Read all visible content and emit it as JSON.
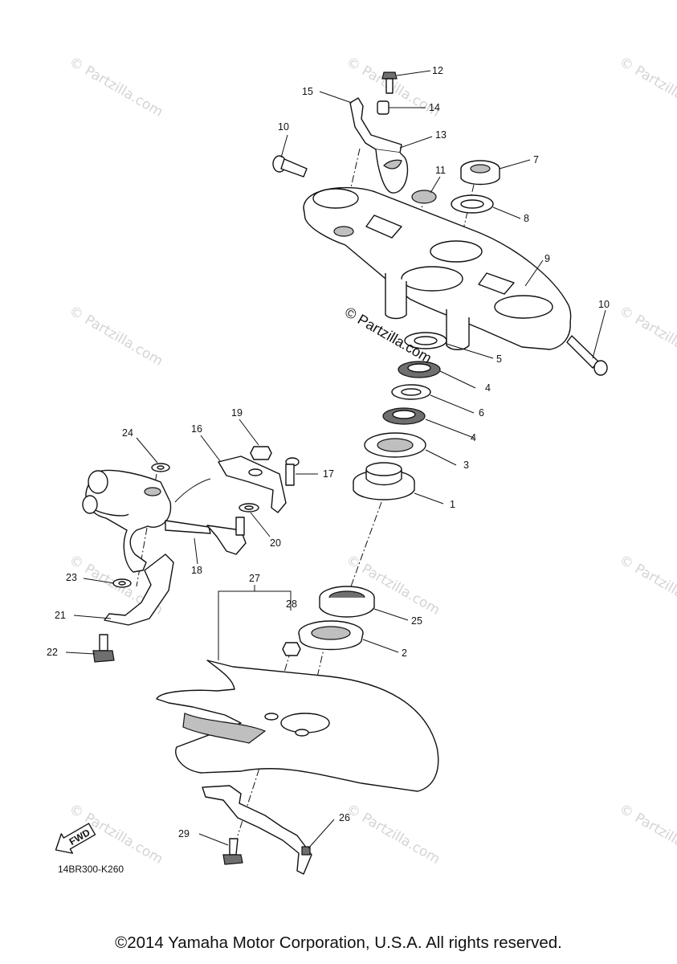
{
  "diagram": {
    "code": "14BR300-K260",
    "fwd_label": "FWD",
    "center_watermark": "© Partzilla.com",
    "tile_watermark": "© Partzilla.com",
    "copyright": "©2014 Yamaha Motor Corporation, U.S.A. All rights reserved.",
    "callouts": {
      "c1": "1",
      "c2": "2",
      "c3": "3",
      "c4a": "4",
      "c4b": "4",
      "c5": "5",
      "c6": "6",
      "c7": "7",
      "c8": "8",
      "c9": "9",
      "c10a": "10",
      "c10b": "10",
      "c11": "11",
      "c12": "12",
      "c13": "13",
      "c14": "14",
      "c15": "15",
      "c16": "16",
      "c17": "17",
      "c18": "18",
      "c19": "19",
      "c20": "20",
      "c21": "21",
      "c22": "22",
      "c23": "23",
      "c24": "24",
      "c25": "25",
      "c26": "26",
      "c27": "27",
      "c28": "28",
      "c29": "29"
    }
  }
}
